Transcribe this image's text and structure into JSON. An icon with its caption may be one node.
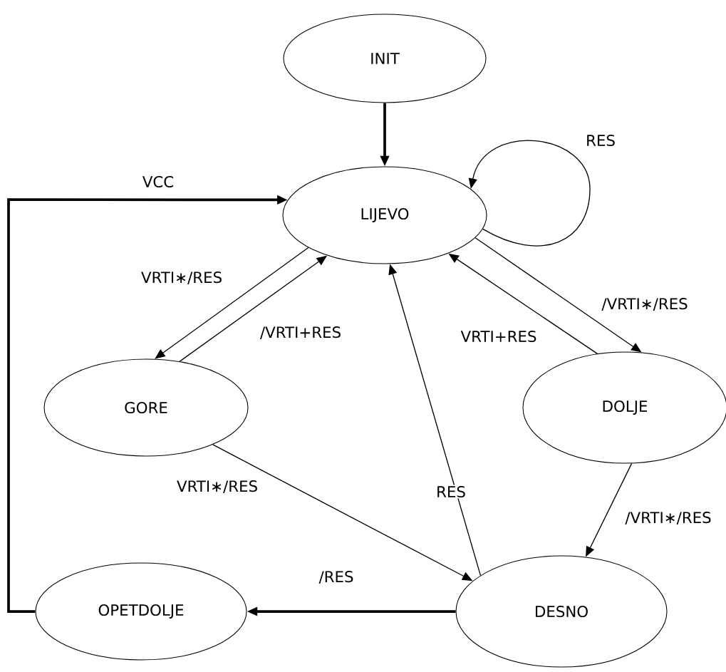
{
  "diagram": {
    "nodes": [
      {
        "text": [
          "INIT"
        ]
      },
      {
        "text": [
          "LIJEVO"
        ]
      },
      {
        "text": [
          "GORE"
        ]
      },
      {
        "text": [
          "DOLJE"
        ]
      },
      {
        "text": [
          "OPETDOLJE"
        ]
      },
      {
        "text": [
          "DESNO"
        ]
      }
    ],
    "edges": [
      {
        "from": 0,
        "to": 1,
        "arrow": "to",
        "style": "thick"
      },
      {
        "from": 1,
        "to": 1,
        "arrow": "to",
        "label": "RES"
      },
      {
        "from": 4,
        "to": 1,
        "arrow": "to",
        "label": "VCC",
        "style": "thick"
      },
      {
        "from": 1,
        "to": 2,
        "arrow": "to",
        "label": "VRTI∗/RES"
      },
      {
        "from": 2,
        "to": 1,
        "arrow": "to",
        "label": "/VRTI+RES"
      },
      {
        "from": 1,
        "to": 3,
        "arrow": "to",
        "label": "/VRTI∗/RES"
      },
      {
        "from": 3,
        "to": 1,
        "arrow": "to",
        "label": "VRTI+RES"
      },
      {
        "from": 5,
        "to": 1,
        "arrow": "to",
        "label": "RES"
      },
      {
        "from": 2,
        "to": 5,
        "arrow": "to",
        "label": "VRTI∗/RES"
      },
      {
        "from": 3,
        "to": 5,
        "arrow": "to",
        "label": "/VRTI∗/RES"
      },
      {
        "from": 5,
        "to": 4,
        "arrow": "to",
        "label": "/RES",
        "style": "thick"
      }
    ]
  }
}
